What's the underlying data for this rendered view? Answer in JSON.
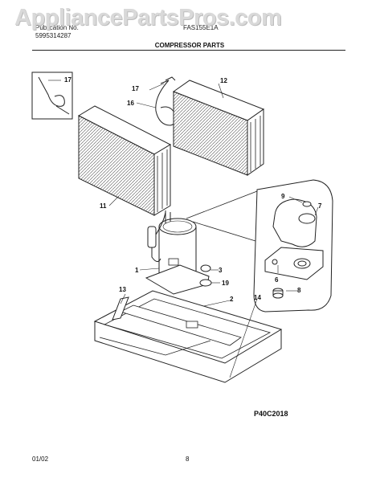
{
  "watermark": "AppliancePartsPros.com",
  "header": {
    "publication_label": "Publication No.",
    "publication_number": "5995314287",
    "model": "FAS155E1A",
    "section_title": "COMPRESSOR PARTS"
  },
  "callouts": {
    "c1": "1",
    "c2": "2",
    "c3": "3",
    "c6": "6",
    "c7": "7",
    "c8": "8",
    "c9": "9",
    "c11": "11",
    "c12": "12",
    "c13": "13",
    "c14": "14",
    "c16": "16",
    "c17a": "17",
    "c17b": "17",
    "c19": "19"
  },
  "reference_code": "P40C2018",
  "footer": {
    "date": "01/02",
    "page": "8"
  }
}
